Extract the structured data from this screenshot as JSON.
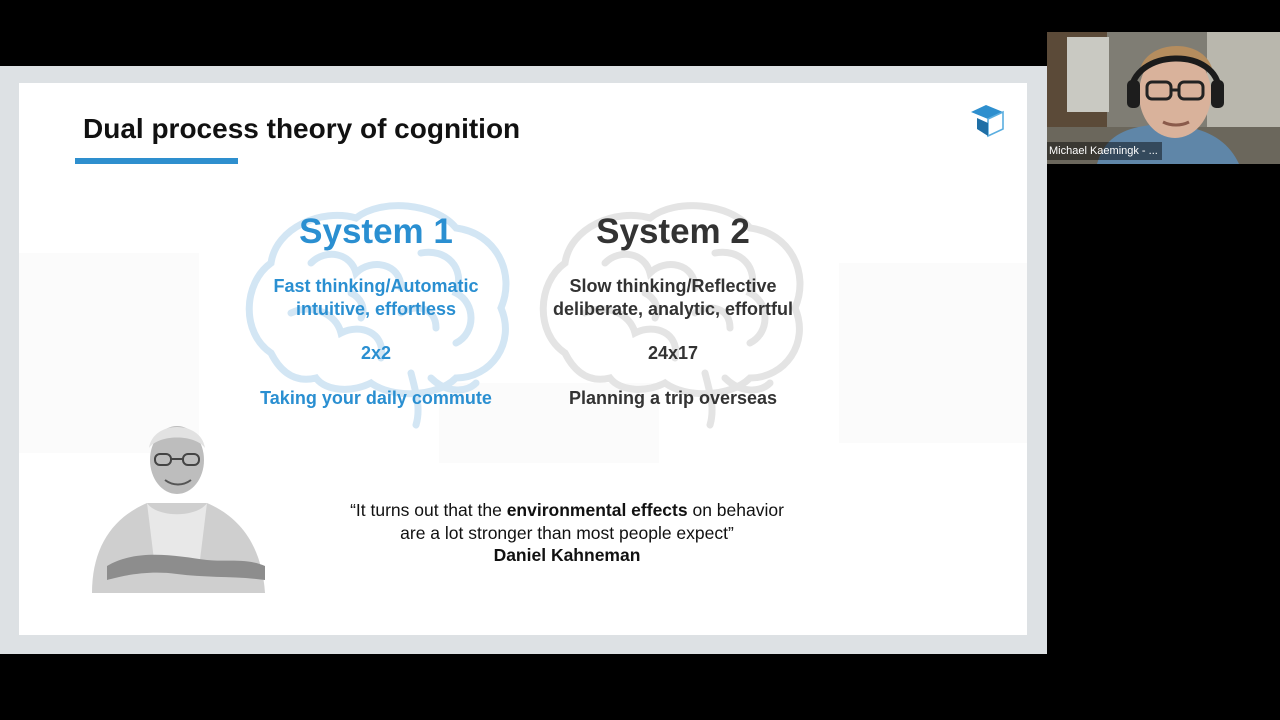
{
  "slide": {
    "title": "Dual process theory of cognition",
    "system1": {
      "heading": "System 1",
      "desc_line1": "Fast thinking/Automatic",
      "desc_line2": "intuitive, effortless",
      "example": "2x2",
      "task": "Taking your daily commute"
    },
    "system2": {
      "heading": "System 2",
      "desc_line1": "Slow thinking/Reflective",
      "desc_line2": "deliberate, analytic, effortful",
      "example": "24x17",
      "task": "Planning a trip overseas"
    },
    "quote": {
      "part1": "“It turns out that the ",
      "emphasis": "environmental effects",
      "part2": " on behavior",
      "line2": "are a lot stronger than most people expect”",
      "author": "Daniel Kahneman"
    }
  },
  "webcam": {
    "participant_name": "Michael Kaemingk - ..."
  },
  "colors": {
    "accent_blue": "#2e8fce",
    "system1_text": "#2a8fd1",
    "system2_text": "#333333",
    "background": "#000000"
  },
  "icons": {
    "logo": "cube-logo-icon",
    "brain_left": "brain-icon",
    "brain_right": "brain-icon"
  }
}
